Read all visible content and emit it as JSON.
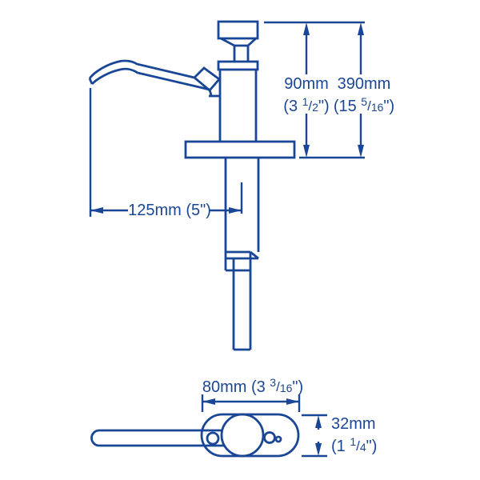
{
  "diagram": {
    "title": "hand pump dimensional drawing",
    "line_color": "#1a4696",
    "background_color": "#ffffff",
    "views": {
      "side_view": "pump side elevation with curved spout, top knob, mounting flange and suction tube",
      "top_view": "pump base and lever handle seen from above"
    },
    "dimensions": {
      "d90": {
        "metric": "90mm",
        "imp_prefix": "(3 ",
        "frac_num": "1",
        "frac_sep": "/",
        "frac_den": "2",
        "imp_suffix": "\")"
      },
      "d390": {
        "metric": "390mm",
        "imp_prefix": "(15 ",
        "frac_num": "5",
        "frac_sep": "/",
        "frac_den": "16",
        "imp_suffix": "\")"
      },
      "d125": {
        "label": "125mm (5\")"
      },
      "d80": {
        "metric_prefix": "80mm (3 ",
        "frac_num": "3",
        "frac_sep": "/",
        "frac_den": "16",
        "suffix": "\")"
      },
      "d32": {
        "metric": "32mm",
        "imp_prefix": "(1 ",
        "frac_num": "1",
        "frac_sep": "/",
        "frac_den": "4",
        "imp_suffix": "\")"
      }
    }
  }
}
